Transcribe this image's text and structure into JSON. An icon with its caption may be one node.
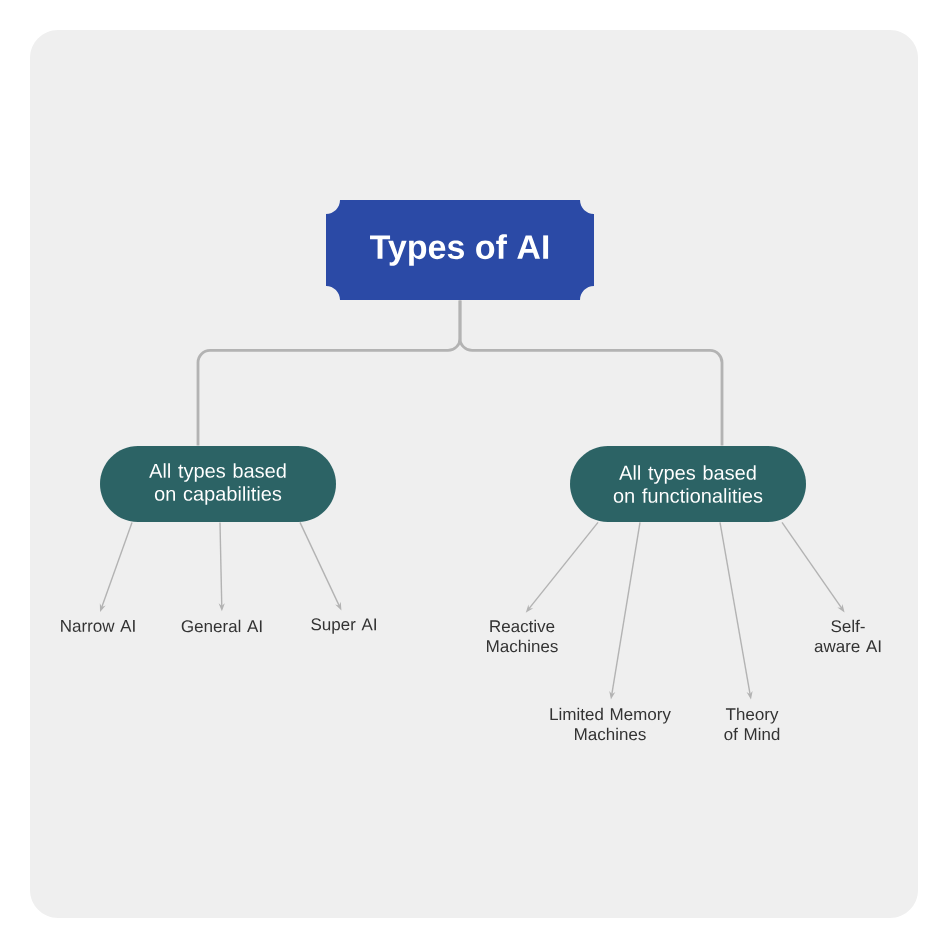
{
  "diagram": {
    "nodes": [
      {
        "text": [
          "Types of AI"
        ]
      },
      {
        "text": [
          "All types based on capabilities"
        ]
      },
      {
        "text": [
          "All types based on functionalities"
        ]
      },
      {
        "text": [
          "Narrow AI"
        ]
      },
      {
        "text": [
          "General AI"
        ]
      },
      {
        "text": [
          "Super AI"
        ]
      },
      {
        "text": [
          "Reactive Machines"
        ]
      },
      {
        "text": [
          "Limited Memory Machines"
        ]
      },
      {
        "text": [
          "Theory of Mind"
        ]
      },
      {
        "text": [
          "Self-aware AI"
        ]
      }
    ],
    "edges": [
      {
        "from": 0,
        "to": 1,
        "arrow": "none"
      },
      {
        "from": 0,
        "to": 2,
        "arrow": "none"
      },
      {
        "from": 1,
        "to": 3,
        "arrow": "to"
      },
      {
        "from": 1,
        "to": 4,
        "arrow": "to"
      },
      {
        "from": 1,
        "to": 5,
        "arrow": "to"
      },
      {
        "from": 2,
        "to": 6,
        "arrow": "to"
      },
      {
        "from": 2,
        "to": 7,
        "arrow": "to"
      },
      {
        "from": 2,
        "to": 8,
        "arrow": "to"
      },
      {
        "from": 2,
        "to": 9,
        "arrow": "to"
      }
    ]
  }
}
